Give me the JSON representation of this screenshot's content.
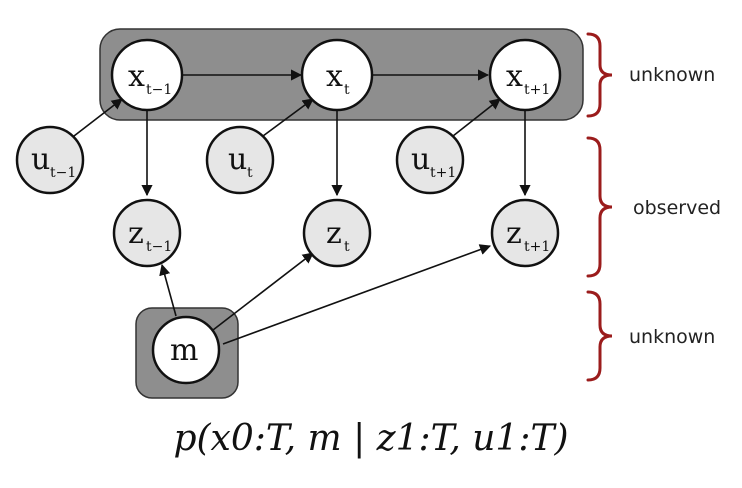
{
  "nodes": {
    "x_prev": {
      "base": "x",
      "sub": "t−1"
    },
    "x_curr": {
      "base": "x",
      "sub": "t"
    },
    "x_next": {
      "base": "x",
      "sub": "t+1"
    },
    "u_prev": {
      "base": "u",
      "sub": "t−1"
    },
    "u_curr": {
      "base": "u",
      "sub": "t"
    },
    "u_next": {
      "base": "u",
      "sub": "t+1"
    },
    "z_prev": {
      "base": "z",
      "sub": "t−1"
    },
    "z_curr": {
      "base": "z",
      "sub": "t"
    },
    "z_next": {
      "base": "z",
      "sub": "t+1"
    },
    "m": {
      "base": "m"
    }
  },
  "labels": {
    "top": "unknown",
    "middle": "observed",
    "bottom": "unknown"
  },
  "formula": "p(x0:T, m | z1:T, u1:T)",
  "colors": {
    "plate": "#8e8e8e",
    "observed_node": "#e6e6e6",
    "latent_node": "#ffffff",
    "bracket": "#9b1c1c"
  }
}
